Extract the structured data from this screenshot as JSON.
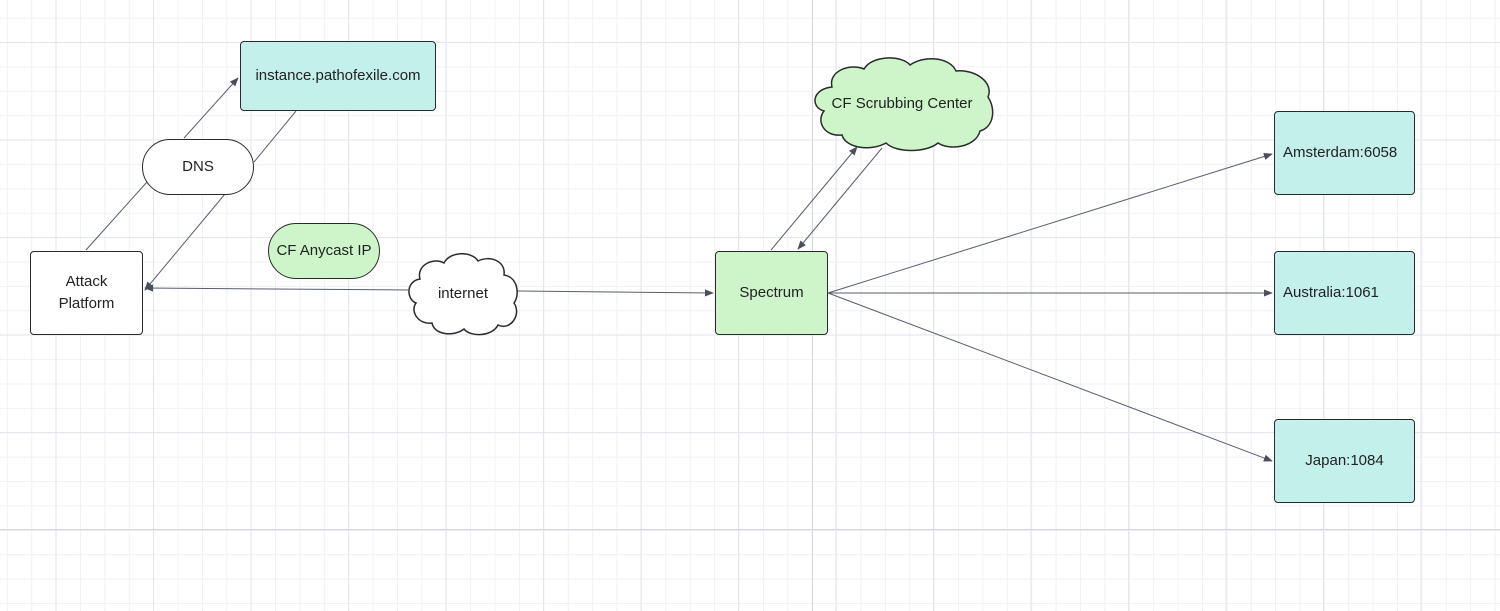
{
  "diagram": {
    "nodes": {
      "attack_platform": {
        "label": "Attack\nPlatform",
        "shape": "rectangle",
        "fill": "#ffffff"
      },
      "dns": {
        "label": "DNS",
        "shape": "pill",
        "fill": "#ffffff"
      },
      "instance": {
        "label": "instance.pathofexile.com",
        "shape": "rectangle",
        "fill": "#c4f0ec"
      },
      "cf_anycast": {
        "label": "CF Anycast IP",
        "shape": "pill",
        "fill": "#cdf5c9"
      },
      "internet": {
        "label": "internet",
        "shape": "cloud",
        "fill": "#ffffff"
      },
      "spectrum": {
        "label": "Spectrum",
        "shape": "rectangle",
        "fill": "#cdf5c9"
      },
      "scrubbing": {
        "label": "CF Scrubbing Center",
        "shape": "cloud",
        "fill": "#cdf5c9"
      },
      "amsterdam": {
        "label": "Amsterdam:6058",
        "shape": "rectangle",
        "fill": "#c4f0ec"
      },
      "australia": {
        "label": "Australia:1061",
        "shape": "rectangle",
        "fill": "#c4f0ec"
      },
      "japan": {
        "label": "Japan:1084",
        "shape": "rectangle",
        "fill": "#c4f0ec"
      }
    },
    "edges": [
      {
        "from": "attack_platform",
        "to": "instance",
        "via": "dns"
      },
      {
        "from": "instance",
        "to": "attack_platform",
        "via": "dns"
      },
      {
        "from": "internet",
        "to": "attack_platform"
      },
      {
        "from": "internet",
        "to": "spectrum"
      },
      {
        "from": "spectrum",
        "to": "scrubbing"
      },
      {
        "from": "scrubbing",
        "to": "spectrum"
      },
      {
        "from": "spectrum",
        "to": "amsterdam"
      },
      {
        "from": "spectrum",
        "to": "australia"
      },
      {
        "from": "spectrum",
        "to": "japan"
      }
    ],
    "edge_color": "#5a5f6e",
    "stroke_color": "#2b2b2b"
  }
}
